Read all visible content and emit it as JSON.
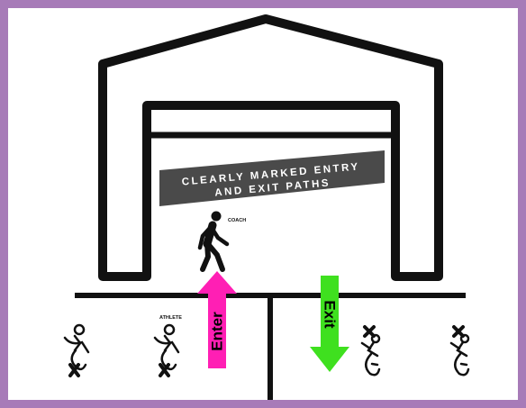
{
  "banner": {
    "line1": "CLEARLY MARKED ENTRY",
    "line2": "AND EXIT PATHS"
  },
  "labels": {
    "coach": "COACH",
    "athlete": "ATHLETE"
  },
  "arrows": {
    "enter": {
      "label": "Enter",
      "color": "#ff1fb4",
      "text_color": "#000000"
    },
    "exit": {
      "label": "Exit",
      "color": "#3fe01f",
      "text_color": "#000000"
    }
  },
  "colors": {
    "frame": "#a77bb8",
    "background": "#ffffff",
    "ink": "#111111",
    "banner": "#4a4a4a",
    "banner_text": "#ffffff"
  },
  "icons": {
    "building": "building-outline-icon",
    "coach": "walking-person-icon",
    "athlete": "stick-figure-icon"
  }
}
